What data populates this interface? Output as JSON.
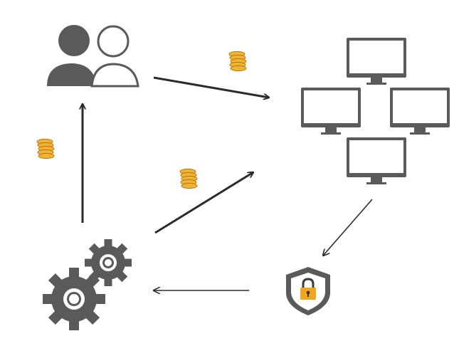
{
  "diagram": {
    "nodes": [
      {
        "name": "users",
        "icon": "users-icon"
      },
      {
        "name": "computer-network",
        "icon": "monitor-network-icon",
        "monitor_count": 4
      },
      {
        "name": "security",
        "icon": "shield-lock-icon"
      },
      {
        "name": "processing",
        "icon": "gears-icon"
      }
    ],
    "edges": [
      {
        "from": "users",
        "to": "computer-network",
        "coins": true
      },
      {
        "from": "processing",
        "to": "computer-network",
        "coins": true
      },
      {
        "from": "processing",
        "to": "users",
        "coins": true
      },
      {
        "from": "computer-network",
        "to": "security",
        "coins": false
      },
      {
        "from": "security",
        "to": "processing",
        "coins": false
      }
    ]
  },
  "colors": {
    "icon_dark": "#5a5a5a",
    "arrow": "#2b2b2b",
    "coin": "#f2b233",
    "coin_stroke": "#b07a12",
    "lock": "#f2a51e"
  }
}
